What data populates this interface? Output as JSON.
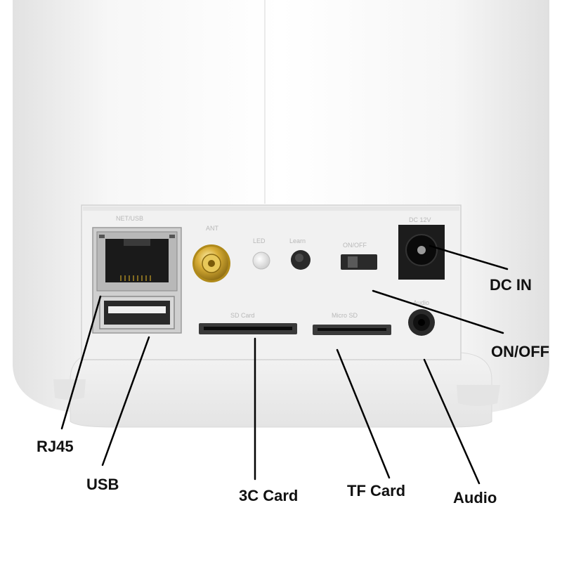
{
  "panel_labels": {
    "net_usb": "NET/USB",
    "ant": "ANT",
    "led": "LED",
    "learn": "Learn",
    "on_off": "ON/OFF",
    "dc_12v": "DC 12V",
    "sd_card": "SD Card",
    "micro_sd": "Micro SD",
    "audio": "Audio"
  },
  "callouts": {
    "rj45": "RJ45",
    "usb": "USB",
    "card_3c": "3C Card",
    "tf_card": "TF Card",
    "audio": "Audio",
    "dc_in": "DC IN",
    "on_off": "ON/OFF"
  },
  "colors": {
    "body": "#f4f4f4",
    "antenna_gold": "#c9a227",
    "leader_line": "#000000"
  }
}
